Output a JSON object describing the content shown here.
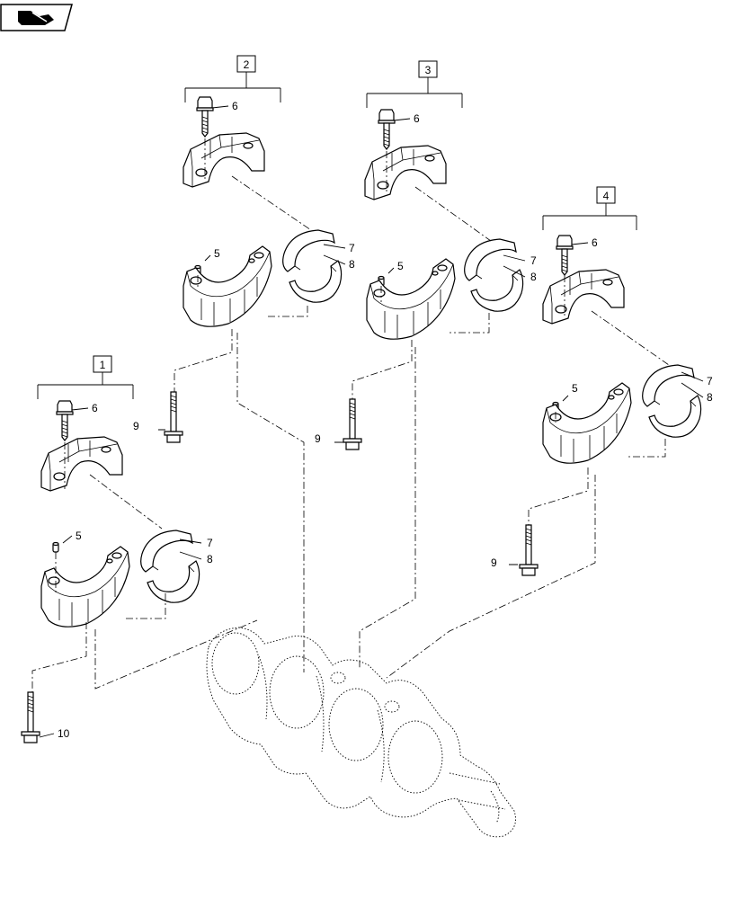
{
  "nav": {
    "icon": "page-nav-arrow-icon"
  },
  "groups": [
    "1",
    "2",
    "3",
    "4"
  ],
  "callouts": {
    "c5": "5",
    "c6": "6",
    "c7": "7",
    "c8": "8",
    "c9": "9",
    "c10": "10"
  }
}
